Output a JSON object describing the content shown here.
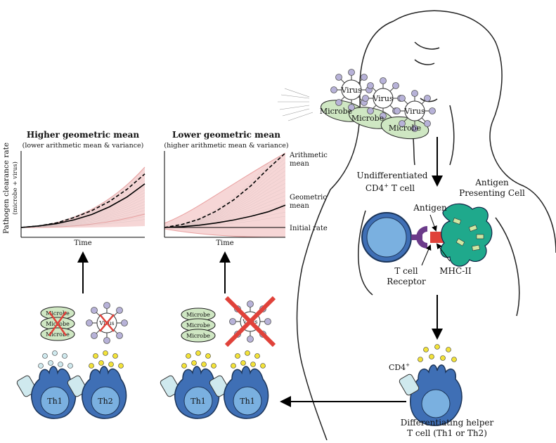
{
  "panels": {
    "left": {
      "title": "Higher geometric mean",
      "subtitle": "(lower arithmetic mean & variance)",
      "ylabel": "Pathogen clearance rate",
      "ylabel_sub": "(microbe + virus)",
      "xlabel": "Time"
    },
    "right": {
      "title": "Lower geometric mean",
      "subtitle": "(higher arithmetic mean & variance)",
      "xlabel": "Time",
      "curve_labels": {
        "arithmetic_1": "Arithmetic",
        "arithmetic_2": "mean",
        "geometric_1": "Geometric",
        "geometric_2": "mean",
        "initial": "Initial rate"
      }
    }
  },
  "pathogens": {
    "virus": "Virus",
    "microbe": "Microbe"
  },
  "immune": {
    "undiff_1": "Undifferentiated",
    "undiff_2": "CD4",
    "undiff_sup": "+",
    "undiff_3": " T cell",
    "apc_1": "Antigen",
    "apc_2": "Presenting Cell",
    "antigen": "Antigen",
    "tcr_1": "T cell",
    "tcr_2": "Receptor",
    "mhc": "MHC-II",
    "cd4": "CD4",
    "cd4_sup": "+",
    "diff_1": "Differentiating helper",
    "diff_2": "T cell (Th1 or Th2)"
  },
  "cells": {
    "th1": "Th1",
    "th2": "Th2"
  },
  "colors": {
    "blue_cell": "#3f6fb5",
    "blue_light": "#7ab0e0",
    "apc": "#1fa98c",
    "microbe": "#cfe7c3",
    "virus": "#b7b2d8",
    "cross": "#e0423a",
    "band": "#f6d6d6",
    "cyto_yellow": "#f2e239",
    "cyto_cyan": "#cfe9ee"
  },
  "chart_data": [
    {
      "type": "line",
      "title": "Higher geometric mean",
      "xlabel": "Time",
      "ylabel": "Pathogen clearance rate",
      "series": [
        {
          "name": "Arithmetic mean",
          "values": [
            0,
            0.02,
            0.06,
            0.13,
            0.22,
            0.34,
            0.5,
            0.7
          ]
        },
        {
          "name": "Geometric mean",
          "values": [
            0,
            0.02,
            0.05,
            0.1,
            0.17,
            0.27,
            0.4,
            0.57
          ]
        }
      ]
    },
    {
      "type": "line",
      "title": "Lower geometric mean",
      "xlabel": "Time",
      "series": [
        {
          "name": "Arithmetic mean",
          "values": [
            0,
            0.04,
            0.11,
            0.22,
            0.37,
            0.56,
            0.79,
            1.0
          ]
        },
        {
          "name": "Geometric mean",
          "values": [
            0,
            0.01,
            0.03,
            0.06,
            0.1,
            0.15,
            0.21,
            0.3
          ]
        },
        {
          "name": "Initial rate",
          "values": [
            0,
            0,
            0,
            0,
            0,
            0,
            0,
            0
          ]
        }
      ]
    }
  ]
}
